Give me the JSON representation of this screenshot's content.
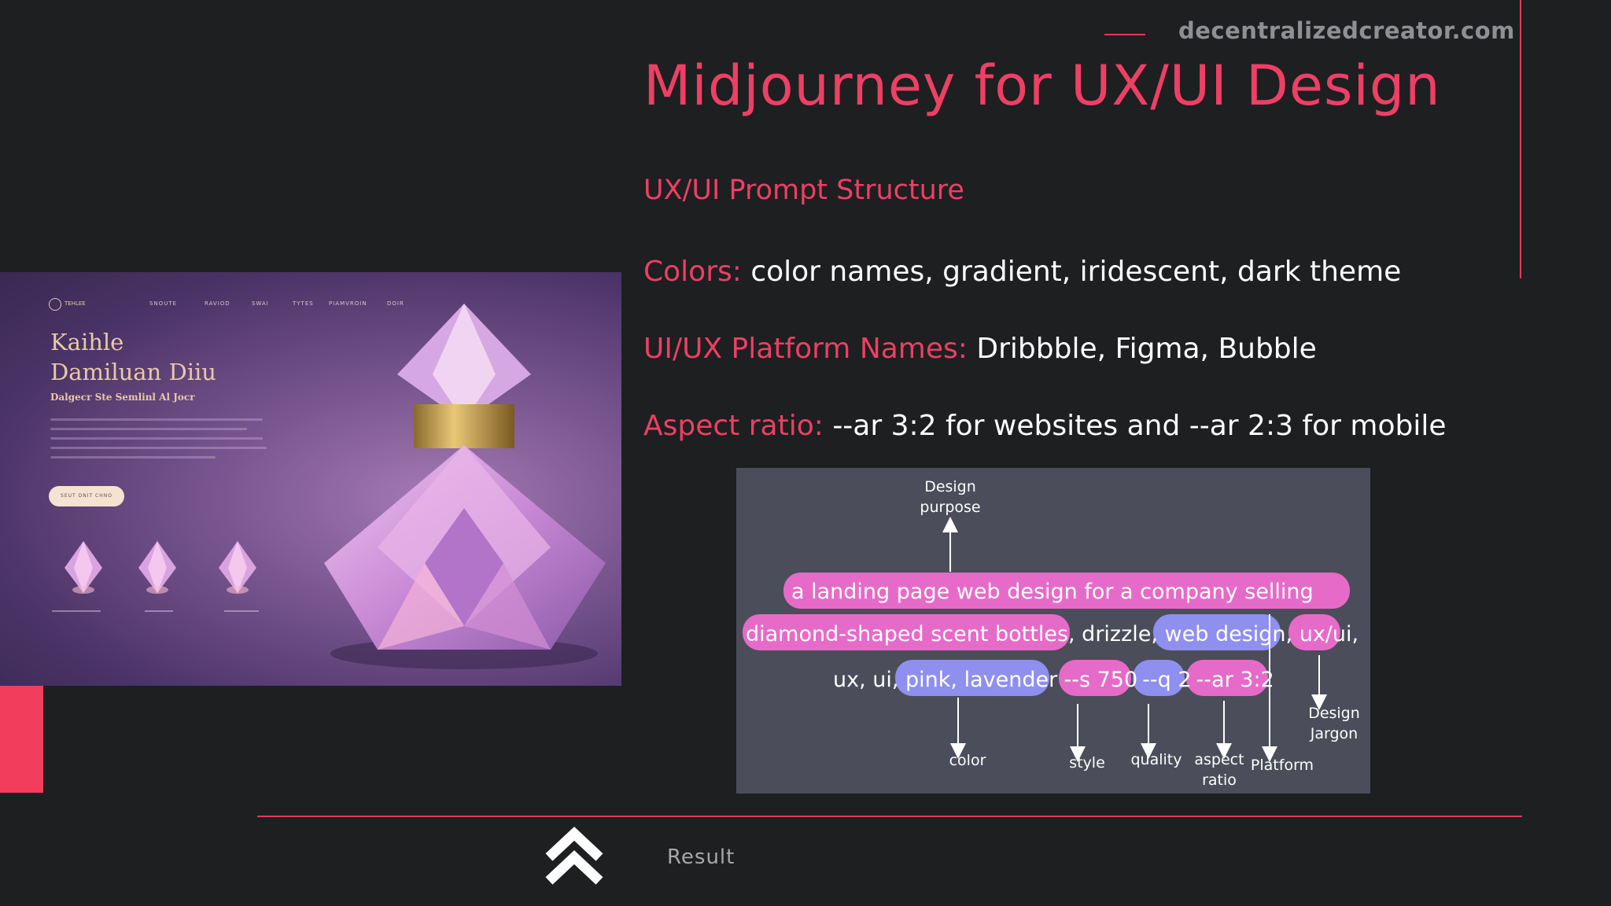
{
  "site": {
    "url": "decentralizedcreator.com"
  },
  "slide": {
    "title": "Midjourney for UX/UI Design",
    "subtitle": "UX/UI Prompt Structure",
    "rows": {
      "colors": {
        "label": "Colors:",
        "value": " color names, gradient, iridescent, dark theme"
      },
      "platforms": {
        "label": "UI/UX Platform Names:",
        "value": " Dribbble, Figma, Bubble"
      },
      "aspect": {
        "label": "Aspect ratio:",
        "value": " --ar 3:2 for websites and --ar 2:3 for mobile"
      }
    }
  },
  "hero": {
    "title_line1": "Kaihle",
    "title_line2": "Damiluan Diiu",
    "subtitle": "Dalgecr Ste Semlinl Al Jocr",
    "button": "SEUT DNIT CHNO",
    "nav": [
      "SNOUTE",
      "RAVIOD",
      "SWAI",
      "TYTES",
      "PIAMVROIN",
      "DOIR"
    ],
    "logo_text": "TEHLEE"
  },
  "diagram": {
    "prompt": {
      "line1": "a landing page web design for a company selling",
      "line2": {
        "a": "diamond-shaped scent bottles",
        "b": ", drizzle, ",
        "c": "web design",
        "d": ", ",
        "e": "ux/ui",
        "f": ","
      },
      "line3": {
        "a": "ux, ui, ",
        "b": "pink, lavender",
        "c": "--s 750",
        "d": "--q 2",
        "e": "--ar 3:2"
      }
    },
    "labels": {
      "design_purpose_1": "Design",
      "design_purpose_2": "purpose",
      "color": "color",
      "style": "style",
      "quality": "quality",
      "aspect_1": "aspect",
      "aspect_2": "ratio",
      "platform": "Platform",
      "jargon_1": "Design",
      "jargon_2": "Jargon"
    },
    "colors": {
      "pink": "#e66bc9",
      "purple": "#8f8ff0"
    }
  },
  "footer": {
    "result": "Result"
  },
  "colors": {
    "accent": "#ee3f65",
    "background": "#1d1f20"
  }
}
